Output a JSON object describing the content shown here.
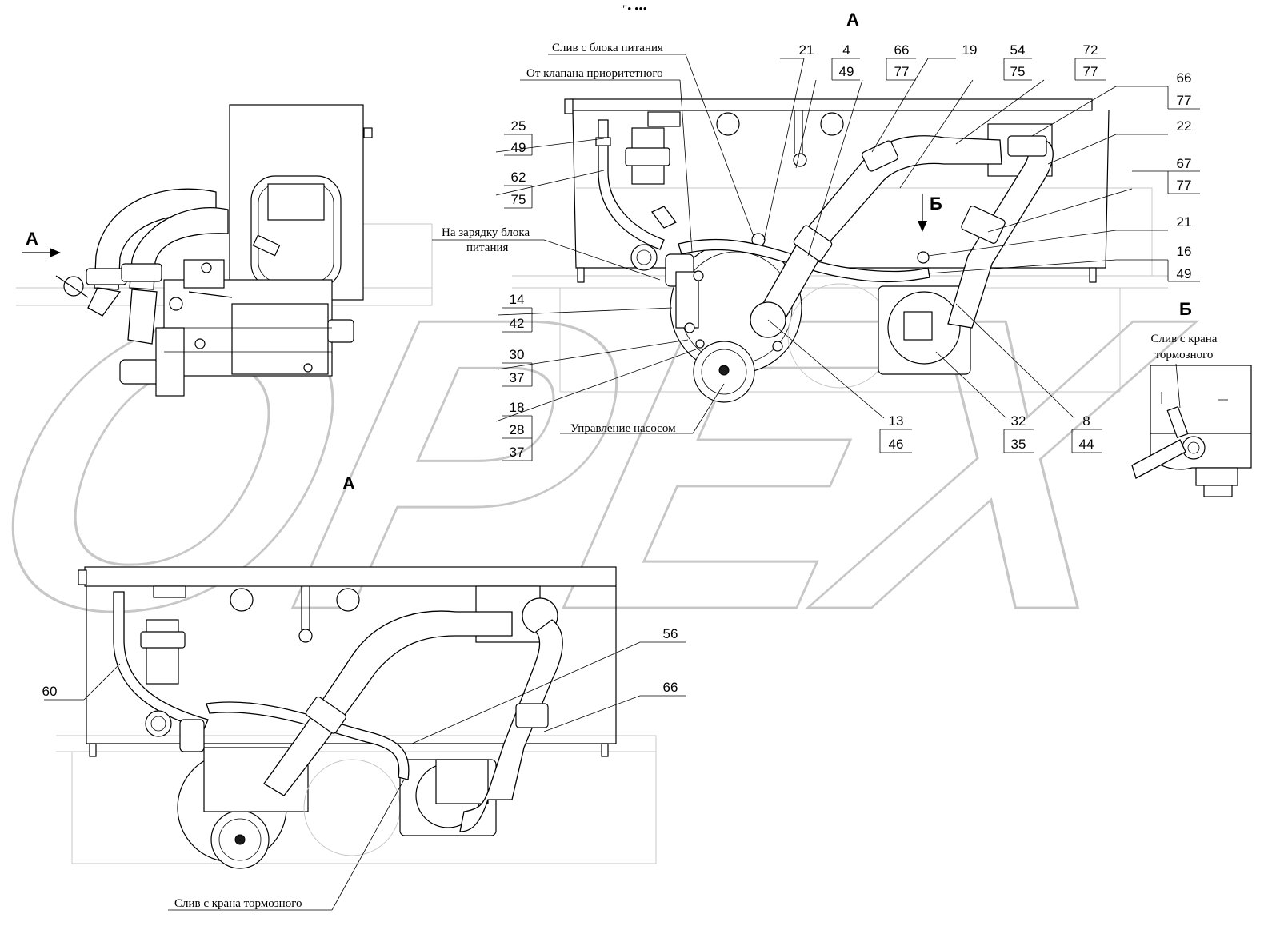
{
  "header": {
    "mark": "\"• •••"
  },
  "watermark": {
    "text": "OPEX"
  },
  "views": {
    "side_view_label": "А",
    "side_view_arrow": "А",
    "main_view_title": "А",
    "lower_view_title": "А",
    "view_b_arrow": "Б",
    "view_b_title": "Б"
  },
  "callouts": {
    "drain_power_unit": "Слив с блока питания",
    "from_priority_valve": "От клапана приоритетного",
    "to_power_unit_charge_line1": "На зарядку блока",
    "to_power_unit_charge_line2": "питания",
    "pump_control": "Управление насосом",
    "brake_valve_drain_lower": "Слив с крана тормозного",
    "brake_valve_drain_b_line1": "Слив с крана",
    "brake_valve_drain_b_line2": "тормозного"
  },
  "positions_top": [
    {
      "top": "21",
      "bottom": ""
    },
    {
      "top": "4",
      "bottom": "49"
    },
    {
      "top": "66",
      "bottom": "77"
    },
    {
      "top": "19",
      "bottom": ""
    },
    {
      "top": "54",
      "bottom": "75"
    },
    {
      "top": "72",
      "bottom": "77"
    }
  ],
  "positions_right": [
    {
      "top": "66",
      "bottom": "77"
    },
    {
      "top": "22",
      "bottom": ""
    },
    {
      "top": "67",
      "bottom": "77"
    },
    {
      "top": "21",
      "bottom": ""
    },
    {
      "top": "16",
      "bottom": "49"
    }
  ],
  "positions_left": [
    {
      "top": "25",
      "bottom": "49"
    },
    {
      "top": "62",
      "bottom": "75"
    },
    {
      "top": "14",
      "bottom": "42"
    },
    {
      "top": "30",
      "bottom": "37"
    },
    {
      "top": "18",
      "middle": "28",
      "bottom": "37"
    }
  ],
  "positions_bottom": [
    {
      "top": "13",
      "bottom": "46"
    },
    {
      "top": "32",
      "bottom": "35"
    },
    {
      "top": "8",
      "bottom": "44"
    }
  ],
  "positions_lower_view": {
    "p60": "60",
    "p56": "56",
    "p66": "66"
  }
}
